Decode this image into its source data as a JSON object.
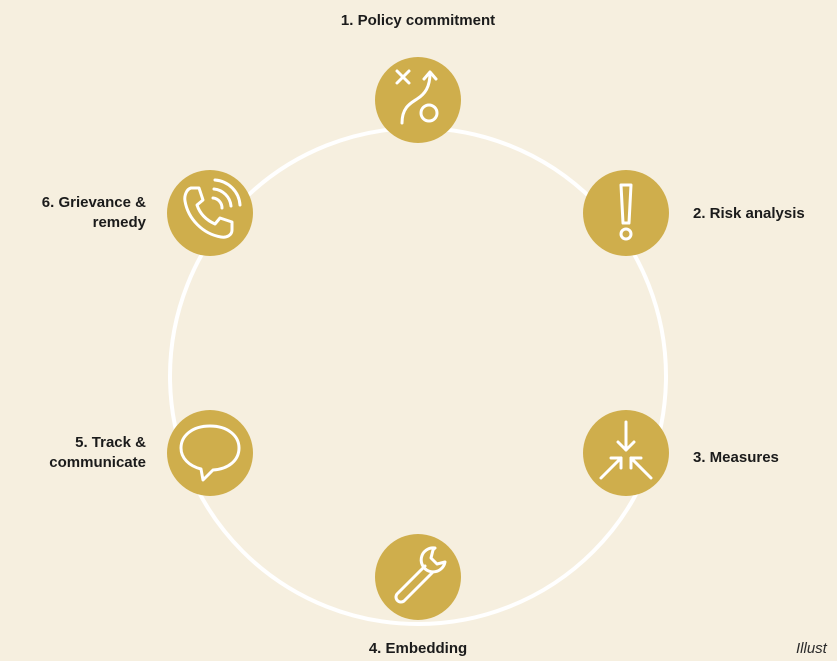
{
  "steps": [
    {
      "label": "1. Policy commitment",
      "icon": "strategy-icon"
    },
    {
      "label": "2. Risk analysis",
      "icon": "exclamation-icon"
    },
    {
      "label": "3. Measures",
      "icon": "converge-arrows-icon"
    },
    {
      "label": "4. Embedding",
      "icon": "wrench-icon"
    },
    {
      "label": "5. Track &\ncommunicate",
      "icon": "speech-bubble-icon"
    },
    {
      "label": "6. Grievance &\nremedy",
      "icon": "phone-icon"
    }
  ],
  "credit": "Illust",
  "colors": {
    "background": "#f6efdf",
    "node": "#cfae4c",
    "ring": "#ffffff",
    "text": "#1b1b1b"
  }
}
